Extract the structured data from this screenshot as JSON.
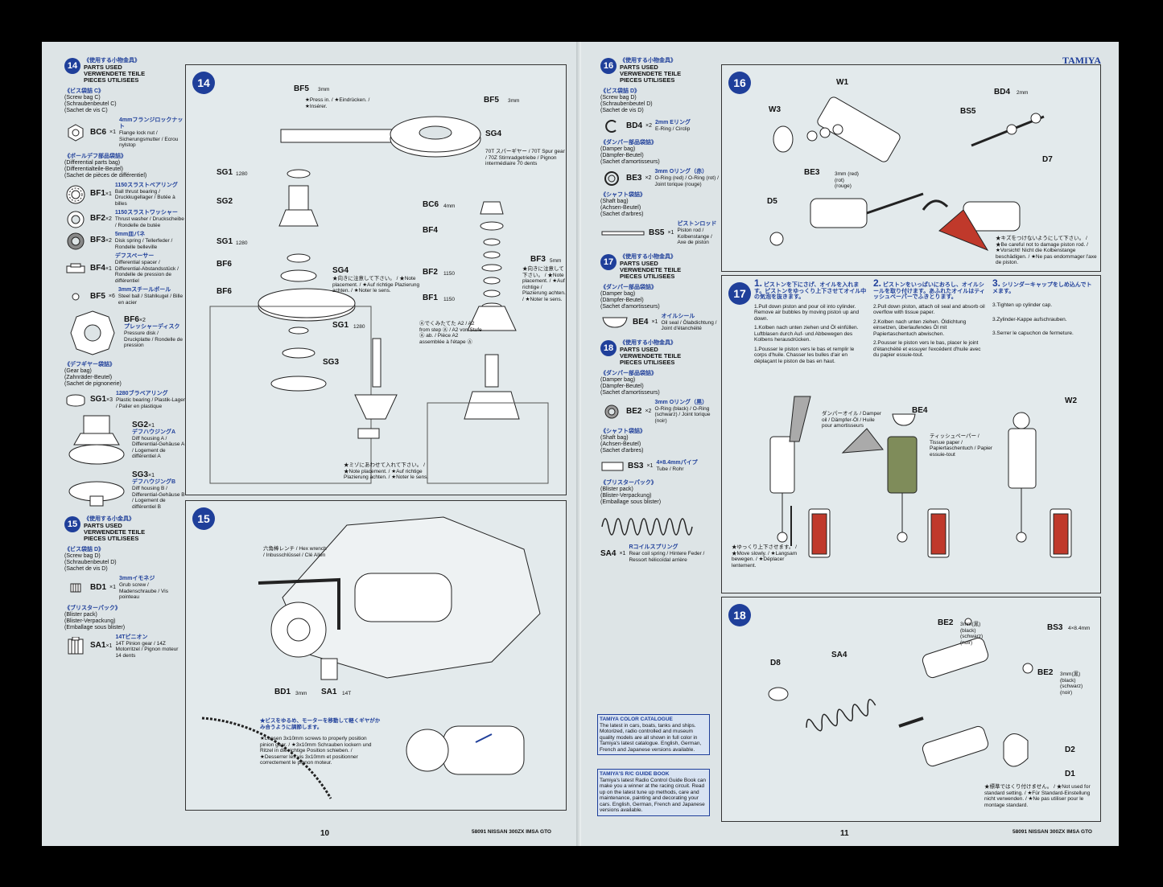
{
  "brand": "TAMIYA",
  "footer_model": "58091 NISSAN 300ZX IMSA GTO",
  "page_left_num": "10",
  "page_right_num": "11",
  "parts14": {
    "badge": "14",
    "jp": "《使用する小物金具》",
    "en": "PARTS USED",
    "de": "VERWENDETE TEILE",
    "fr": "PIECES UTILISEES",
    "bag1_jp": "《ビス袋詰 C》",
    "bag1": "(Screw bag C)",
    "bag1_de": "(Schraubenbeutel C)",
    "bag1_fr": "(Sachet de vis C)",
    "bc6": {
      "code": "BC6",
      "qty": "×1",
      "jp": "4mmフランジロックナット",
      "desc": "Flange lock nut / Sicherungsmutter / Ecrou nylstop"
    },
    "bag2_jp": "《ボールデフ部品袋詰》",
    "bag2": "(Differential parts bag)",
    "bag2_de": "(Differentialteile-Beutel)",
    "bag2_fr": "(Sachet de pièces de différentiel)",
    "bf1": {
      "code": "BF1",
      "qty": "×1",
      "jp": "1150スラストベアリング",
      "desc": "Ball thrust bearing / Druckkugellager / Butée à billes"
    },
    "bf2": {
      "code": "BF2",
      "qty": "×2",
      "jp": "1150スラストワッシャー",
      "desc": "Thrust washer / Druckscheibe / Rondelle de butée"
    },
    "bf3": {
      "code": "BF3",
      "qty": "×2",
      "jp": "5mm皿バネ",
      "desc": "Disk spring / Tellerfeder / Rondelle belleville"
    },
    "bf4": {
      "code": "BF4",
      "qty": "×1",
      "jp": "デフスペーサー",
      "desc": "Differential spacer / Differential-Abstandsstück / Rondelle de pression de différentiel"
    },
    "bf5": {
      "code": "BF5",
      "qty": "×6",
      "jp": "3mmスチールボール",
      "desc": "Steel ball / Stahlkugel / Bille en acier"
    },
    "bf6": {
      "code": "BF6",
      "qty": "×2",
      "jp": "プレッシャーディスク",
      "desc": "Pressure disk / Druckplatte / Rondelle de pression"
    },
    "bag3_jp": "《デフギヤー袋詰》",
    "bag3": "(Gear bag)",
    "bag3_de": "(Zahnräder-Beutel)",
    "bag3_fr": "(Sachet de pignonerie)",
    "sg1": {
      "code": "SG1",
      "qty": "×3",
      "jp": "1280ブラベアリング",
      "desc": "Plastic bearing / Plastik-Lager / Palier en plastique"
    },
    "sg2": {
      "code": "SG2",
      "qty": "×1",
      "jp": "デフハウジングA",
      "desc": "Diff housing A / Differential-Gehäuse A / Logement de différentiel A"
    },
    "sg3": {
      "code": "SG3",
      "qty": "×1",
      "jp": "デフハウジングB",
      "desc": "Diff housing B / Differential-Gehäuse B / Logement de différentiel B"
    }
  },
  "parts15": {
    "badge": "15",
    "jp": "《使用する小金具》",
    "en": "PARTS USED",
    "de": "VERWENDETE TEILE",
    "fr": "PIECES UTILISEES",
    "bag1_jp": "《ビス袋詰 D》",
    "bag1": "(Screw bag D)",
    "bag1_de": "(Schraubenbeutel D)",
    "bag1_fr": "(Sachet de vis D)",
    "bd1": {
      "code": "BD1",
      "qty": "×1",
      "jp": "3mmイモネジ",
      "desc": "Grub screw / Madenschraube / Vis pointeau"
    },
    "bag2_jp": "《ブリスターパック》",
    "bag2": "(Blister pack)",
    "bag2_de": "(Blister-Verpackung)",
    "bag2_fr": "(Emballage sous blister)",
    "sa1": {
      "code": "SA1",
      "qty": "×1",
      "jp": "14Tピニオン",
      "desc": "14T Pinion gear / 14Z Motorritzel / Pignon moteur 14 dents"
    }
  },
  "step14": {
    "badge": "14",
    "bf5": "BF5",
    "bf5_size": "3mm",
    "bf5_note": "★Press in. / ★Eindrücken. / ★Insérer.",
    "sg4": "SG4",
    "sg4_desc": "70T スパーギヤー / 70T Spur gear / 70Z Stirnradgetriebe / Pignon intermédiaire 70 dents",
    "sg1a": "SG1",
    "sg1_size": "1280",
    "sg2": "SG2",
    "sg1b": "SG1",
    "bf6": "BF6",
    "sg4b": "SG4",
    "place_note": "★向きに注意して下さい。 / ★Note placement. / ★Auf richtige Plazierung achten. / ★Noter le sens.",
    "bf6b": "BF6",
    "sg1c": "SG1",
    "sg3": "SG3",
    "bc6": "BC6",
    "bc6_size": "4mm",
    "bf4": "BF4",
    "bf3": "BF3",
    "bf3_size": "5mm",
    "bf2": "BF2",
    "bf2_size": "1150",
    "bf1": "BF1",
    "bf1_size": "1150",
    "bf3_note": "★向きに注意して下さい。 / ★Note placement. / ★Auf richtige / Plazierung achten. / ★Noter le sens.",
    "a2_note": "Ⓐでくみたてた A2 / A2 from step Ⓐ / A2 von Stufe Ⓐ ab. / Pièce A2 assemblée à l'étape Ⓐ",
    "groove_note": "★ミゾにあわせて入れて下さい。 / ★Note placement. / ★Auf richtige Plazierung achten. / ★Noter le sens."
  },
  "step15": {
    "badge": "15",
    "wrench": "六角棒レンチ / Hex wrench / Inbusschlüssel / Clé Allen",
    "bd1": "BD1",
    "bd1_size": "3mm",
    "sa1": "SA1",
    "sa1_size": "14T",
    "loosen_jp": "★ビスをゆるめ、モーターを移動して軽くギヤがかみ合うように調節します。",
    "loosen": "★Loosen 3x10mm screws to properly position pinion gear. / ★3x10mm Schrauben lockern und Ritzel in die richtige Position schieben. / ★Desserrer les vis 3x10mm et positionner correctement le pignon moteur."
  },
  "parts16": {
    "badge": "16",
    "jp": "《使用する小物金具》",
    "en": "PARTS USED",
    "de": "VERWENDETE TEILE",
    "fr": "PIECES UTILISEES",
    "bag1_jp": "《ビス袋詰 D》",
    "bag1": "(Screw bag D)",
    "bag1_de": "(Schraubenbeutel D)",
    "bag1_fr": "(Sachet de vis D)",
    "bd4": {
      "code": "BD4",
      "qty": "×2",
      "jp": "2mm Eリング",
      "desc": "E-Ring / Circlip"
    },
    "bag2_jp": "《ダンパー部品袋詰》",
    "bag2": "(Damper bag)",
    "bag2_de": "(Dämpfer-Beutel)",
    "bag2_fr": "(Sachet d'amortisseurs)",
    "be3": {
      "code": "BE3",
      "qty": "×2",
      "jp": "3mm Oリング（赤）",
      "desc": "O-Ring (red) / O-Ring (rot) / Joint torique (rouge)"
    },
    "bag3_jp": "《シャフト袋詰》",
    "bag3": "(Shaft bag)",
    "bag3_de": "(Achsen-Beutel)",
    "bag3_fr": "(Sachet d'arbres)",
    "bs5": {
      "code": "BS5",
      "qty": "×1",
      "jp": "ピストンロッド",
      "desc": "Piston rod / Kolbenstange / Axe de piston"
    }
  },
  "parts17": {
    "badge": "17",
    "jp": "《使用する小物金具》",
    "en": "PARTS USED",
    "de": "VERWENDETE TEILE",
    "fr": "PIECES UTILISEES",
    "bag1_jp": "《ダンパー部品袋詰》",
    "bag1": "(Damper bag)",
    "bag1_de": "(Dämpfer-Beutel)",
    "bag1_fr": "(Sachet d'amortisseurs)",
    "be4": {
      "code": "BE4",
      "qty": "×1",
      "jp": "オイルシール",
      "desc": "Oil seal / Ölabdichtung / Joint d'étanchéité"
    }
  },
  "parts18": {
    "badge": "18",
    "jp": "《使用する小物金具》",
    "en": "PARTS USED",
    "de": "VERWENDETE TEILE",
    "fr": "PIECES UTILISEES",
    "bag1_jp": "《ダンパー部品袋詰》",
    "bag1": "(Damper bag)",
    "bag1_de": "(Dämpfer-Beutel)",
    "bag1_fr": "(Sachet d'amortisseurs)",
    "be2": {
      "code": "BE2",
      "qty": "×2",
      "jp": "3mm Oリング（黒）",
      "desc": "O-Ring (black) / O-Ring (schwarz) / Joint torique (noir)"
    },
    "bag2_jp": "《シャフト袋詰》",
    "bag2": "(Shaft bag)",
    "bag2_de": "(Achsen-Beutel)",
    "bag2_fr": "(Sachet d'arbres)",
    "bs3": {
      "code": "BS3",
      "qty": "×1",
      "jp": "4×8.4mmパイプ",
      "desc": "Tube / Rohr"
    },
    "bag3_jp": "《ブリスターパック》",
    "bag3": "(Blister pack)",
    "bag3_de": "(Blister-Verpackung)",
    "bag3_fr": "(Emballage sous blister)",
    "sa4": {
      "code": "SA4",
      "qty": "×1",
      "jp": "Rコイルスプリング",
      "desc": "Rear coil spring / Hintere Feder / Ressort hélicoïdal arrière"
    }
  },
  "catalogue": {
    "head": "TAMIYA COLOR CATALOGUE",
    "body": "The latest in cars, boats, tanks and ships. Motorized, radio controlled and museum quality models are all shown in full color in Tamiya's latest catalogue. English, German, French and Japanese versions available."
  },
  "guidebook": {
    "head": "TAMIYA'S R/C GUIDE BOOK",
    "body": "Tamiya's latest Radio Control Guide Book can make you a winner at the racing circuit. Read up on the latest tune up methods, care and maintenance, painting and decorating your cars. English, German, French and Japanese versions available."
  },
  "step16": {
    "badge": "16",
    "w1": "W1",
    "w3": "W3",
    "be3": "BE3",
    "be3_note": "3mm (red) (rot) (rouge)",
    "bd4": "BD4",
    "bd4_size": "2mm",
    "bs5": "BS5",
    "d7": "D7",
    "d5": "D5",
    "careful": "★キズをつけないようにして下さい。 / ★Be careful not to damage piston rod. / ★Vorsicht! Nicht die Kolbenstange beschädigen. / ★Ne pas endommager l'axe de piston."
  },
  "step17": {
    "badge": "17",
    "s1_num": "1.",
    "s1_jp": "ピストンを下にさげ、オイルを入れます。ピストンをゆっくり上下させてオイル中の気泡を抜きます。",
    "s1": "1.Pull down piston and pour oil into cylinder. Remove air bubbles by moving piston up and down.",
    "s1_de": "1.Kolben nach unten ziehen und Öl einfüllen. Luftblasen durch Auf- und Abbewegen des Kolbens herausdrücken.",
    "s1_fr": "1.Pousser le piston vers le bas et remplir le corps d'huile. Chasser les bulles d'air en déplaçant le piston de bas en haut.",
    "s2_num": "2.",
    "s2_jp": "ピストンをいっぱいにおろし、オイルシールを取り付けます。あふれたオイルはティッシュペーパーでふきとります。",
    "s2": "2.Pull down piston, attach oil seal and absorb oil overflow with tissue paper.",
    "s2_de": "2.Kolben nach unten ziehen. Öldichtung einsetzen, überlaufendes Öl mit Papiertaschentuch abwischen.",
    "s2_fr": "2.Pousser le piston vers le bas, placer le joint d'étanchéité et essuyer l'excédent d'huile avec du papier essuie-tout.",
    "s3_num": "3.",
    "s3_jp": "シリンダーキャップをしめ込んでトメます。",
    "s3": "3.Tighten up cylinder cap.",
    "s3_de": "3.Zylinder-Kappe aufschrauben.",
    "s3_fr": "3.Serrer le capuchon de fermeture.",
    "oil": "ダンパーオイル / Damper oil / Dämpfer-Öl / Huile pour amortisseurs",
    "be4": "BE4",
    "tissue": "ティッシュペーパー / Tissue paper / Papiertaschentuch / Papier essuie-tout",
    "w2": "W2",
    "slow": "★ゆっくり上下させます。 / ★Move slowly. / ★Langsam bewegen. / ★Déplacer lentement."
  },
  "step18": {
    "badge": "18",
    "be2a": "BE2",
    "be2a_note": "3mm(黒) (black) (schwarz) (noir)",
    "bs3": "BS3",
    "bs3_size": "4×8.4mm",
    "d8": "D8",
    "sa4": "SA4",
    "be2b": "BE2",
    "be2b_note": "3mm(黒) (black) (schwarz) (noir)",
    "d2": "D2",
    "d1": "D1",
    "standard": "★標準ではくり付けません。 / ★Not used for standard setting. / ★Für Standard-Einstellung nicht verwenden. / ★Ne pas utiliser pour le montage standard."
  }
}
